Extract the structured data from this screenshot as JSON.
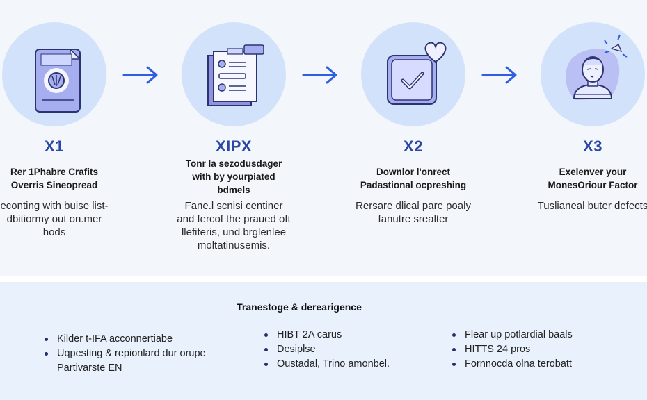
{
  "colors": {
    "background": "#f3f6fb",
    "circle": "#d3e2fb",
    "accent": "#2a46a6",
    "arrow": "#2f5fe0",
    "icon_fill": "#a7aef0",
    "icon_stroke": "#2c3470",
    "bottom_panel": "#e8f1fc"
  },
  "steps": [
    {
      "icon": "document-file-icon",
      "code": "X1",
      "title_lines": [
        "Rer 1Phabre Crafits",
        "Overris Sineopread"
      ],
      "desc_lines": [
        "econting with buise list-",
        "dbitiormy out on.mer",
        "hods"
      ]
    },
    {
      "icon": "clipboard-checklist-icon",
      "code": "XIPX",
      "title_lines": [
        "Tonr la sezodusdager",
        "with by yourpiated",
        "bdmels"
      ],
      "desc_lines": [
        "Fane.l scnisi centiner",
        "and fercof the praued oft",
        "llefiteris, und brglenlee",
        "moltatinusemis."
      ]
    },
    {
      "icon": "checkbox-heart-icon",
      "code": "X2",
      "title_lines": [
        "Downlor l'onrect",
        "Padastional ocpreshing"
      ],
      "desc_lines": [
        "Rersare dlical pare poaly",
        "fanutre srealter"
      ]
    },
    {
      "icon": "person-alert-icon",
      "code": "X3",
      "title_lines": [
        "Exelenver your",
        "MonesOriour Factor"
      ],
      "desc_lines": [
        "Tuslianeal buter defects"
      ]
    }
  ],
  "arrows": [
    "arrow-right-icon",
    "arrow-right-icon",
    "arrow-right-icon"
  ],
  "bottom": {
    "heading": "Tranestoge & derearigence",
    "columns": [
      [
        "Kilder t-IFA acconnertiabe",
        "Uqpesting & repionlard dur orupe Partivarste EN"
      ],
      [
        "HIBT 2A carus",
        "Desiplse",
        "Oustadal, Trino amonbel."
      ],
      [
        "Flear up potlardial baals",
        "HITTS 24 pros",
        "Fornnocda olna terobatt"
      ]
    ]
  }
}
